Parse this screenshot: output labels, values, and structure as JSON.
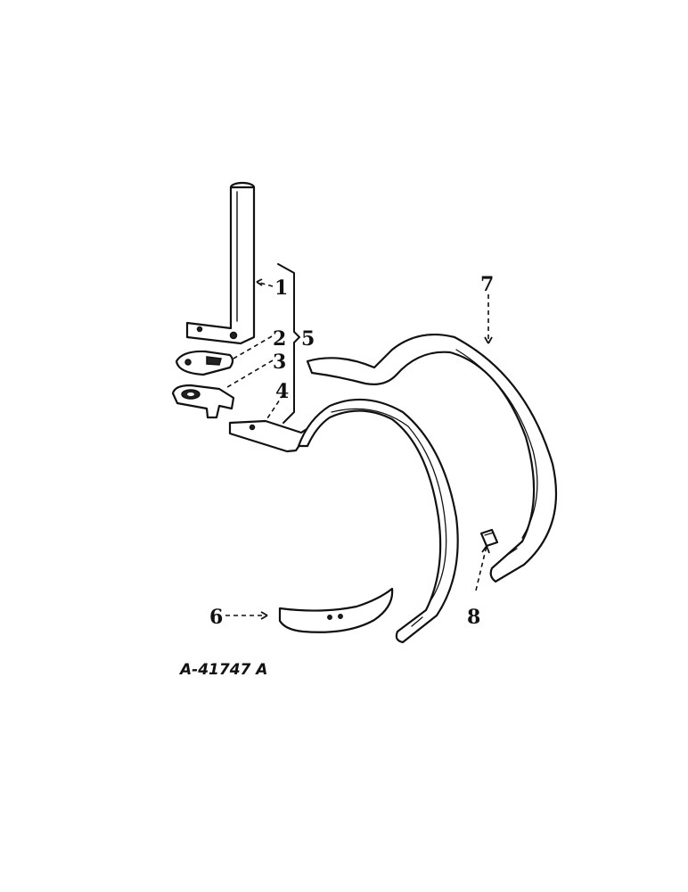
{
  "callouts": {
    "c1": "1",
    "c2": "2",
    "c3": "3",
    "c4": "4",
    "c5": "5",
    "c6": "6",
    "c7": "7",
    "c8": "8"
  },
  "figure_ref": "A-41747 A",
  "colors": {
    "ink": "#111111",
    "paper": "#ffffff"
  }
}
